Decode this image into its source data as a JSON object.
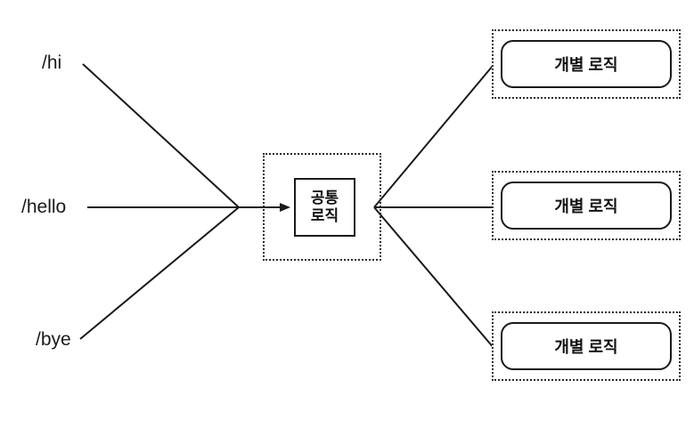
{
  "diagram": {
    "background_color": "#ffffff",
    "line_color": "#1a1a1a",
    "dotted_border_color": "#2b2b2b",
    "routes": [
      {
        "label": "/hi"
      },
      {
        "label": "/hello"
      },
      {
        "label": "/bye"
      }
    ],
    "center": {
      "line1": "공통",
      "line2": "로직"
    },
    "branches": [
      {
        "label": "개별 로직"
      },
      {
        "label": "개별 로직"
      },
      {
        "label": "개별 로직"
      }
    ]
  }
}
